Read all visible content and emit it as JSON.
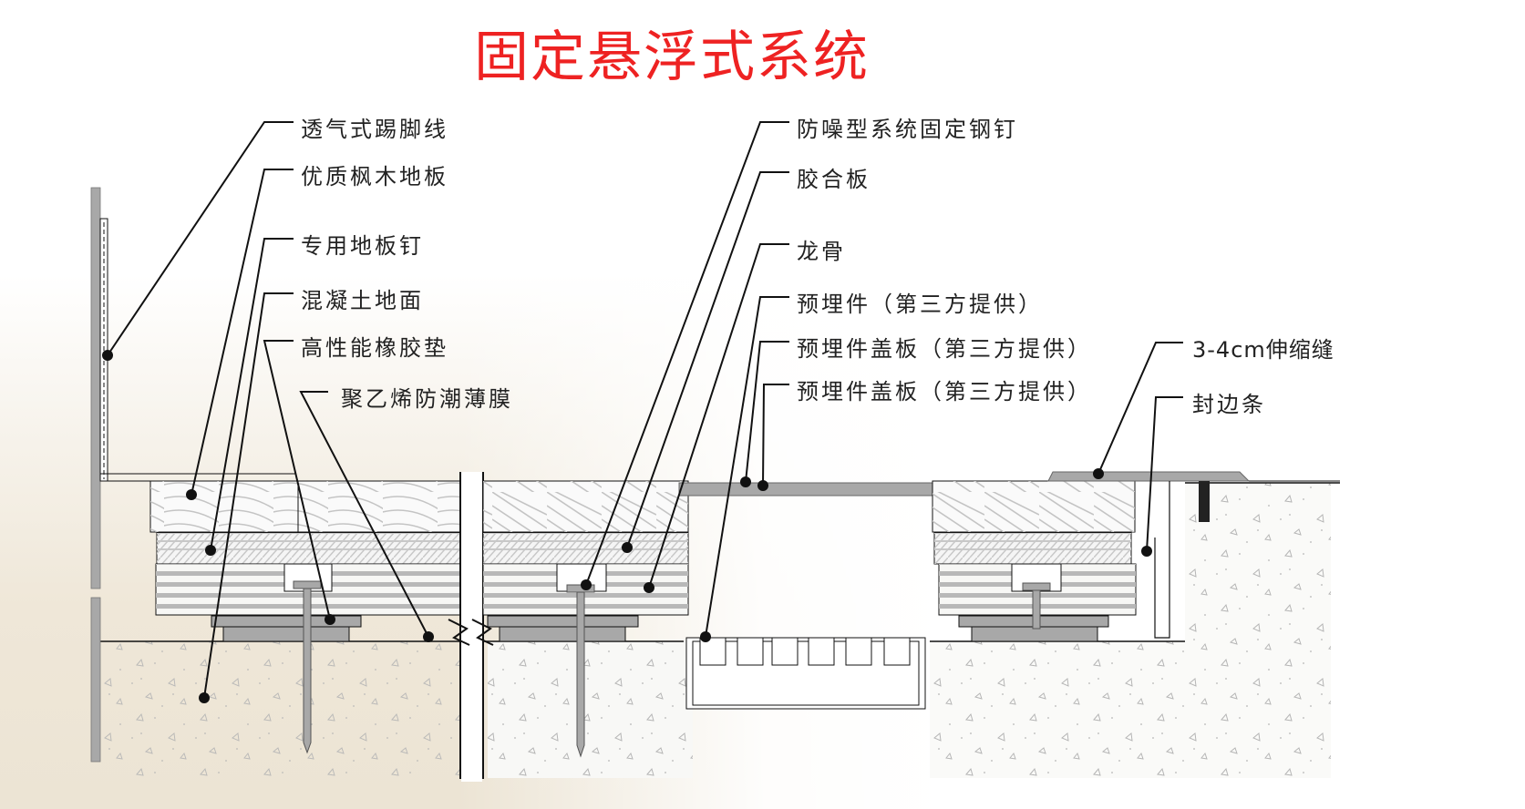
{
  "title": "固定悬浮式系统",
  "colors": {
    "title": "#ee2222",
    "leader": "#111111",
    "steel": "#a8a8a8",
    "wood_grain": "#bfbfbf",
    "concrete_fill": "#f7f7f5"
  },
  "left_labels": [
    {
      "id": "baseboard",
      "text": "透气式踢脚线"
    },
    {
      "id": "maple-floor",
      "text": "优质枫木地板"
    },
    {
      "id": "floor-nail",
      "text": "专用地板钉"
    },
    {
      "id": "concrete",
      "text": "混凝土地面"
    },
    {
      "id": "rubber-pad",
      "text": "高性能橡胶垫"
    },
    {
      "id": "pe-film",
      "text": "聚乙烯防潮薄膜"
    }
  ],
  "right_labels": [
    {
      "id": "steel-nail",
      "text": "防噪型系统固定钢钉"
    },
    {
      "id": "plywood",
      "text": "胶合板"
    },
    {
      "id": "joist",
      "text": "龙骨"
    },
    {
      "id": "embedded-part",
      "text": "预埋件（第三方提供）"
    },
    {
      "id": "embedded-cover-1",
      "text": "预埋件盖板（第三方提供）"
    },
    {
      "id": "embedded-cover-2",
      "text": "预埋件盖板（第三方提供）"
    }
  ],
  "far_right_labels": [
    {
      "id": "expansion-joint",
      "text": "3-4cm伸缩缝"
    },
    {
      "id": "edge-strip",
      "text": "封边条"
    }
  ]
}
